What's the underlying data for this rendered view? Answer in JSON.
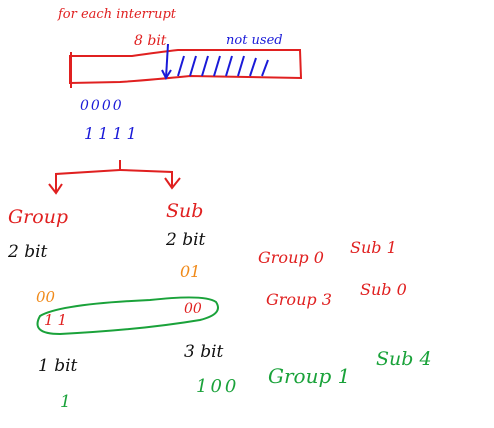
{
  "header": {
    "title": "for each interrupt",
    "width_label": "8 bit",
    "unused_label": "not used"
  },
  "bits": {
    "row1": "0000",
    "row2": "1111"
  },
  "branches": {
    "group": {
      "label": "Group",
      "bits": "2 bit",
      "value": "00"
    },
    "sub": {
      "label": "Sub",
      "bits": "2 bit",
      "value": "01"
    }
  },
  "examples": [
    {
      "group": "Group 0",
      "sub": "Sub 1"
    },
    {
      "group": "Group 3",
      "sub": "Sub 0"
    }
  ],
  "register2": {
    "left_bits": "11",
    "right_bits": "00"
  },
  "bottom": {
    "group_bits": "1 bit",
    "sub_bits": "3 bit",
    "group_value": "1",
    "sub_value": "100",
    "example_group": "Group 1",
    "example_sub": "Sub 4"
  },
  "colors": {
    "red": "#e02020",
    "blue": "#1a1ad8",
    "black": "#111111",
    "orange": "#f08a1a",
    "green": "#1aa23a"
  }
}
